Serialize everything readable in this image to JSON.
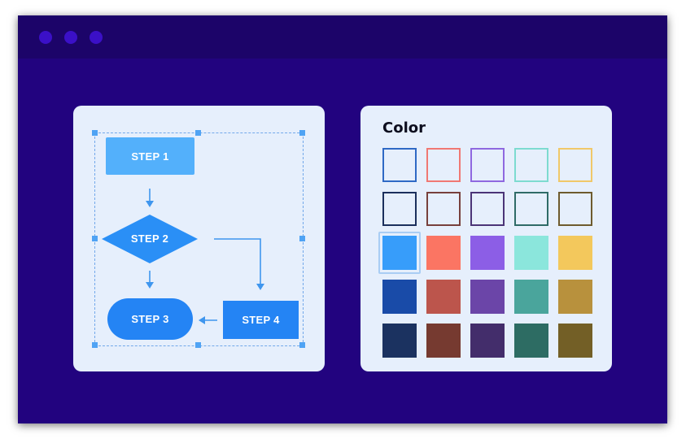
{
  "flowchart": {
    "steps": {
      "step1": "STEP 1",
      "step2": "STEP 2",
      "step3": "STEP 3",
      "step4": "STEP 4"
    },
    "colors": {
      "step1": "#53b0fb",
      "step2": "#2a8ff6",
      "step3": "#2484f4",
      "step4": "#2484f4",
      "connector": "#3f96ee",
      "selection": "#72a8ea"
    }
  },
  "color_panel": {
    "title": "Color",
    "selected": {
      "row": 2,
      "col": 0
    },
    "rows": [
      {
        "style": "outline",
        "colors": [
          "#2f69c5",
          "#f07873",
          "#8f68e0",
          "#7ddbd0",
          "#f0c869"
        ]
      },
      {
        "style": "outline",
        "colors": [
          "#1b2f5c",
          "#78403c",
          "#4b3477",
          "#2f6b67",
          "#6e5b2e"
        ]
      },
      {
        "style": "filled",
        "colors": [
          "#379dfa",
          "#fb7563",
          "#8c5ee6",
          "#8be6dc",
          "#f3c85c"
        ]
      },
      {
        "style": "filled",
        "colors": [
          "#194ba8",
          "#bc554c",
          "#6b45a8",
          "#4aa59c",
          "#b8913d"
        ]
      },
      {
        "style": "filled",
        "colors": [
          "#1b3260",
          "#763a30",
          "#432d6b",
          "#2d6c63",
          "#735f26"
        ]
      }
    ]
  },
  "window": {
    "background": "#22037f",
    "titlebar": "#1c0469",
    "dot_color": "#3b10c7"
  }
}
